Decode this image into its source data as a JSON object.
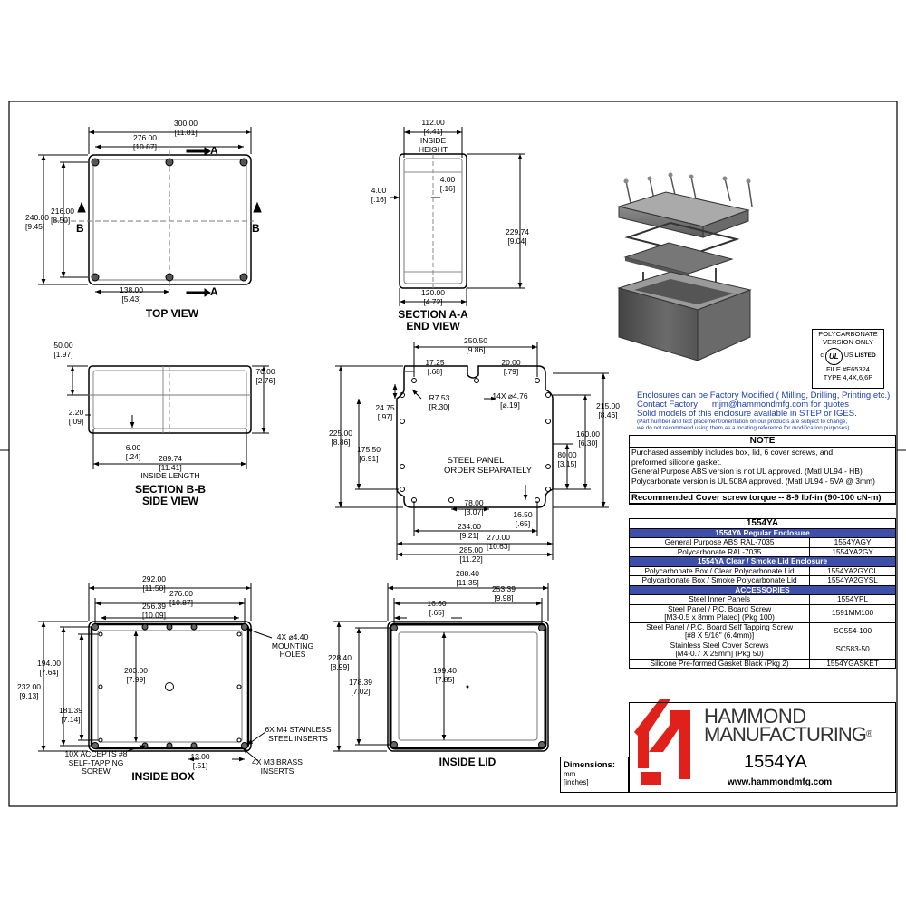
{
  "views": {
    "top": {
      "title": "TOP VIEW",
      "w_total": "300.00",
      "w_total_in": "[11.81]",
      "w_inner": "276.00",
      "w_inner_in": "[10.87]",
      "h_total": "240.00",
      "h_total_in": "[9.45]",
      "h_inner": "216.00",
      "h_inner_in": "[8.50]",
      "half": "138.00",
      "half_in": "[5.43]",
      "sec_a": "A",
      "sec_b": "B"
    },
    "end": {
      "title1": "SECTION A-A",
      "title2": "END VIEW",
      "w_top": "112.00",
      "w_top_in": "[4.41]",
      "inside1": "INSIDE",
      "inside2": "HEIGHT",
      "wall_l": "4.00",
      "wall_l_in": "[.16]",
      "wall_r": "4.00",
      "wall_r_in": "[.16]",
      "height": "229.74",
      "height_in": "[9.04]",
      "w_bot": "120.00",
      "w_bot_in": "[4.72]"
    },
    "side": {
      "title1": "SECTION B-B",
      "title2": "SIDE VIEW",
      "lid": "50.00",
      "lid_in": "[1.97]",
      "base": "70.00",
      "base_in": "[2.76]",
      "step": "2.20",
      "step_in": "[.09]",
      "wall": "6.00",
      "wall_in": "[.24]",
      "length": "289.74",
      "length_in": "[11.41]",
      "length_label": "INSIDE LENGTH"
    },
    "panel": {
      "w_total": "250.50",
      "w_total_in": "[9.86]",
      "d1": "17.25",
      "d1_in": "[.68]",
      "d2": "20.00",
      "d2_in": "[.79]",
      "r": "R7.53",
      "r_in": "[R.30]",
      "holes": "14X ⌀4.76",
      "holes_in": "[⌀.19]",
      "h1": "24.75",
      "h1_in": "[.97]",
      "h_total": "225.00",
      "h_total_in": "[8.86]",
      "h2": "175.50",
      "h2_in": "[6.91]",
      "r_h1": "215.00",
      "r_h1_in": "[8.46]",
      "r_h2": "160.00",
      "r_h2_in": "[6.30]",
      "r_h3": "80.00",
      "r_h3_in": "[3.15]",
      "note1": "STEEL PANEL",
      "note2": "ORDER SEPARATELY",
      "b1": "78.00",
      "b1_in": "[3.07]",
      "b2": "16.50",
      "b2_in": "[.65]",
      "b3": "234.00",
      "b3_in": "[9.21]",
      "b4": "270.00",
      "b4_in": "[10.63]",
      "b5": "285.00",
      "b5_in": "[11.22]"
    },
    "inside_box": {
      "title": "INSIDE BOX",
      "w1": "292.00",
      "w1_in": "[11.50]",
      "w2": "276.00",
      "w2_in": "[10.87]",
      "w3": "256.39",
      "w3_in": "[10.09]",
      "h1": "232.00",
      "h1_in": "[9.13]",
      "h2": "194.00",
      "h2_in": "[7.64]",
      "h3": "181.39",
      "h3_in": "[7.14]",
      "h4": "203.00",
      "h4_in": "[7.99]",
      "mount1": "4X ⌀4.40",
      "mount2": "MOUNTING",
      "mount3": "HOLES",
      "ins1": "6X M4 STAINLESS",
      "ins2": "STEEL INSERTS",
      "acc1": "10X ACCEPTS #8",
      "acc2": "SELF-TAPPING",
      "acc3": "SCREW",
      "d13": "13.00",
      "d13_in": "[.51]",
      "brass1": "4X M3 BRASS",
      "brass2": "INSERTS"
    },
    "inside_lid": {
      "title": "INSIDE LID",
      "w1": "288.40",
      "w1_in": "[11.35]",
      "w2": "253.39",
      "w2_in": "[9.98]",
      "w3": "16.60",
      "w3_in": "[.65]",
      "h1": "228.40",
      "h1_in": "[8.99]",
      "h2": "178.39",
      "h2_in": "[7.02]",
      "h3": "199.40",
      "h3_in": "[7.85]"
    }
  },
  "ul": {
    "line1": "POLYCARBONATE",
    "line2": "VERSION ONLY",
    "mark": "UL",
    "c": "c",
    "us": "US",
    "listed": "LISTED",
    "file": "FILE #E65324",
    "type": "TYPE 4,4X,6,6P"
  },
  "factory": {
    "l1": "Enclosures can be Factory Modified ( Milling, Drilling, Printing etc.)",
    "l2a": "Contact Factory",
    "l2b": "mjm@hammondmfg.com for quotes",
    "l3": "Solid models of this enclosure available in STEP or IGES.",
    "l4": "(Part number and text placement/orientation on our products are subject to change,",
    "l5": "we do not recommend using them as a locating reference for modification purposes)"
  },
  "note": {
    "title": "NOTE",
    "lines": [
      "Purchased  assembly includes box, lid, 6 cover screws, and",
      "preformed silicone gasket.",
      "General Purpose ABS version is not UL approved. (Matl UL94 - HB)",
      "Polycarbonate version is UL 508A approved. (Matl UL94 - 5VA  @ 3mm)"
    ],
    "torque": "Recommended Cover screw torque -- 8-9 lbf-in (90-100 cN-m)"
  },
  "parts": {
    "header": "1554YA",
    "s1": "1554YA Regular Enclosure",
    "r1": [
      "General Purpose ABS RAL-7035",
      "1554YAGY"
    ],
    "r2": [
      "Polycarbonate RAL-7035",
      "1554YA2GY"
    ],
    "s2": "1554YA Clear / Smoke Lid Enclosure",
    "r3": [
      "Polycarbonate Box / Clear Polycarbonate Lid",
      "1554YA2GYCL"
    ],
    "r4": [
      "Polycarbonate Box / Smoke Polycarbonate Lid",
      "1554YA2GYSL"
    ],
    "s3": "ACCESSORIES",
    "a1": [
      "Steel Inner Panels",
      "1554YPL"
    ],
    "a2a": "Steel Panel / P.C. Board Screw",
    "a2b": "[M3-0.5 x 8mm Plated]  (Pkg 100)",
    "a2c": "1591MM100",
    "a3a": "Steel Panel / P.C. Board Self Tapping Screw",
    "a3b": "[#8 X 5/16\" (6.4mm)]",
    "a3c": "SC554-100",
    "a4a": "Stainless Steel Cover Screws",
    "a4b": "[M4-0.7 X 25mm]  (Pkg 50)",
    "a4c": "SC583-50",
    "a5": [
      "Silicone Pre-formed Gasket Black (Pkg 2)",
      "1554YGASKET"
    ]
  },
  "dims": {
    "title": "Dimensions:",
    "u1": "mm",
    "u2": "[inches]"
  },
  "brand": {
    "name1": "HAMMOND",
    "name2": "MANUFACTURING",
    "reg": "®",
    "part": "1554YA",
    "url": "www.hammondmfg.com",
    "red": "#e0201a"
  },
  "colors": {
    "line": "#000000",
    "enclosure": "#5a5a5a",
    "hidden": "#8a8a8a",
    "accent_blue": "#1b3fb0",
    "table_header": "#3d4fa8"
  }
}
